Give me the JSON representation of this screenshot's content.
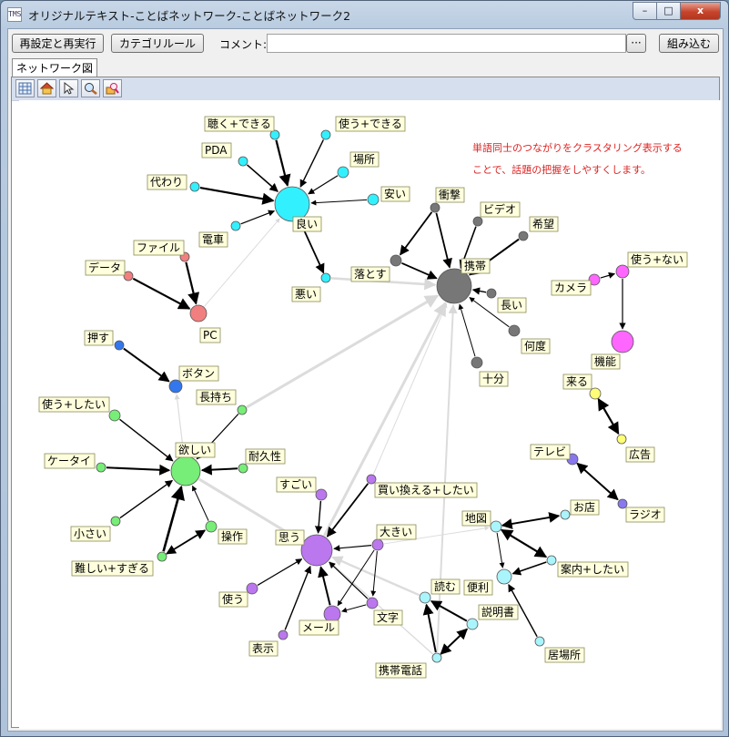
{
  "window": {
    "title": "オリジナルテキスト-ことばネットワーク-ことばネットワーク2",
    "app_icon": "TMS",
    "controls": {
      "minimize": "–",
      "maximize": "□",
      "close": "x"
    }
  },
  "toolbar_top": {
    "reset_button": "再設定と再実行",
    "category_button": "カテゴリルール",
    "comment_label": "コメント:",
    "comment_value": "",
    "browse_button": "···",
    "embed_button": "組み込む"
  },
  "tabs": [
    {
      "label": "ネットワーク図",
      "active": true
    }
  ],
  "tools": [
    "grid-icon",
    "home-icon",
    "pointer-icon",
    "zoom-icon",
    "highlight-icon"
  ],
  "annotation": [
    "単語同士のつながりをクラスタリング表示する",
    "ことで、話題の把握をしやすくします。"
  ],
  "colors": {
    "cyan": "#33f0ff",
    "gray": "#777777",
    "salmon": "#f27f7f",
    "magenta": "#ff66ff",
    "yellow": "#ffff77",
    "blue": "#3377ee",
    "green": "#77ee77",
    "purple": "#bb77ee",
    "lightcyan": "#aaf4fb",
    "indigo": "#8877ee",
    "annotation": "#dd2222",
    "label_bg": "#ffffdd"
  },
  "network": {
    "nodes": [
      {
        "id": "yoi",
        "label": "良い",
        "color": "cyan"
      },
      {
        "id": "kiku_dekiru",
        "label": "聴く+できる",
        "color": "cyan"
      },
      {
        "id": "tsukau_dekiru",
        "label": "使う+できる",
        "color": "cyan"
      },
      {
        "id": "pda",
        "label": "PDA",
        "color": "cyan"
      },
      {
        "id": "basho",
        "label": "場所",
        "color": "cyan"
      },
      {
        "id": "kawari",
        "label": "代わり",
        "color": "cyan"
      },
      {
        "id": "yasui",
        "label": "安い",
        "color": "cyan"
      },
      {
        "id": "densha",
        "label": "電車",
        "color": "cyan"
      },
      {
        "id": "warui",
        "label": "悪い",
        "color": "cyan"
      },
      {
        "id": "keitai",
        "label": "携帯",
        "color": "gray"
      },
      {
        "id": "shougeki",
        "label": "衝撃",
        "color": "gray"
      },
      {
        "id": "video",
        "label": "ビデオ",
        "color": "gray"
      },
      {
        "id": "kibou",
        "label": "希望",
        "color": "gray"
      },
      {
        "id": "otosu",
        "label": "落とす",
        "color": "gray"
      },
      {
        "id": "nagai",
        "label": "長い",
        "color": "gray"
      },
      {
        "id": "nando",
        "label": "何度",
        "color": "gray"
      },
      {
        "id": "jubun",
        "label": "十分",
        "color": "gray"
      },
      {
        "id": "pc",
        "label": "PC",
        "color": "salmon"
      },
      {
        "id": "file",
        "label": "ファイル",
        "color": "salmon"
      },
      {
        "id": "data",
        "label": "データ",
        "color": "salmon"
      },
      {
        "id": "kinou",
        "label": "機能",
        "color": "magenta"
      },
      {
        "id": "tsukau_nai",
        "label": "使う+ない",
        "color": "magenta"
      },
      {
        "id": "camera",
        "label": "カメラ",
        "color": "magenta"
      },
      {
        "id": "kuru",
        "label": "来る",
        "color": "yellow"
      },
      {
        "id": "koukoku",
        "label": "広告",
        "color": "yellow"
      },
      {
        "id": "button",
        "label": "ボタン",
        "color": "blue"
      },
      {
        "id": "osu",
        "label": "押す",
        "color": "blue"
      },
      {
        "id": "hoshii",
        "label": "欲しい",
        "color": "green"
      },
      {
        "id": "nagamochi",
        "label": "長持ち",
        "color": "green"
      },
      {
        "id": "tsukau_shitai",
        "label": "使う+したい",
        "color": "green"
      },
      {
        "id": "keetai",
        "label": "ケータイ",
        "color": "green"
      },
      {
        "id": "taikyuusei",
        "label": "耐久性",
        "color": "green"
      },
      {
        "id": "chiisai",
        "label": "小さい",
        "color": "green"
      },
      {
        "id": "sousa",
        "label": "操作",
        "color": "green"
      },
      {
        "id": "muzukashii",
        "label": "難しい+すぎる",
        "color": "green"
      },
      {
        "id": "omou",
        "label": "思う",
        "color": "purple"
      },
      {
        "id": "sugoi",
        "label": "すごい",
        "color": "purple"
      },
      {
        "id": "kaikaeru",
        "label": "買い換える+したい",
        "color": "purple"
      },
      {
        "id": "ookii",
        "label": "大きい",
        "color": "purple"
      },
      {
        "id": "tsukau",
        "label": "使う",
        "color": "purple"
      },
      {
        "id": "mail",
        "label": "メール",
        "color": "purple"
      },
      {
        "id": "moji",
        "label": "文字",
        "color": "purple"
      },
      {
        "id": "hyouji",
        "label": "表示",
        "color": "purple"
      },
      {
        "id": "benri",
        "label": "便利",
        "color": "lightcyan"
      },
      {
        "id": "chizu",
        "label": "地図",
        "color": "lightcyan"
      },
      {
        "id": "omise",
        "label": "お店",
        "color": "lightcyan"
      },
      {
        "id": "annai",
        "label": "案内+したい",
        "color": "lightcyan"
      },
      {
        "id": "yomu",
        "label": "読む",
        "color": "lightcyan"
      },
      {
        "id": "setsumeisho",
        "label": "説明書",
        "color": "lightcyan"
      },
      {
        "id": "ibasho",
        "label": "居場所",
        "color": "lightcyan"
      },
      {
        "id": "keitaidenwa",
        "label": "携帯電話",
        "color": "lightcyan"
      },
      {
        "id": "tv",
        "label": "テレビ",
        "color": "indigo"
      },
      {
        "id": "radio",
        "label": "ラジオ",
        "color": "indigo"
      }
    ],
    "edges": [
      {
        "from": "kiku_dekiru",
        "to": "yoi",
        "w": 2.2
      },
      {
        "from": "tsukau_dekiru",
        "to": "yoi",
        "w": 1.4
      },
      {
        "from": "pda",
        "to": "yoi",
        "w": 1.6
      },
      {
        "from": "basho",
        "to": "yoi",
        "w": 1.2
      },
      {
        "from": "kawari",
        "to": "yoi",
        "w": 2.2
      },
      {
        "from": "yasui",
        "to": "yoi",
        "w": 1.0
      },
      {
        "from": "densha",
        "to": "yoi",
        "w": 1.2
      },
      {
        "from": "warui",
        "to": "yoi",
        "w": 1.8,
        "dir": "both"
      },
      {
        "from": "warui",
        "to": "keitai",
        "w": 2.6,
        "light": true
      },
      {
        "from": "shougeki",
        "to": "otosu",
        "w": 1.8
      },
      {
        "from": "shougeki",
        "to": "keitai",
        "w": 1.8
      },
      {
        "from": "otosu",
        "to": "keitai",
        "w": 1.8
      },
      {
        "from": "video",
        "to": "keitai",
        "w": 1.6
      },
      {
        "from": "kibou",
        "to": "keitai",
        "w": 2.0
      },
      {
        "from": "nagai",
        "to": "keitai",
        "w": 1.4
      },
      {
        "from": "nando",
        "to": "keitai",
        "w": 1.0
      },
      {
        "from": "jubun",
        "to": "keitai",
        "w": 1.0
      },
      {
        "from": "file",
        "to": "pc",
        "w": 2.2
      },
      {
        "from": "data",
        "to": "pc",
        "w": 2.2
      },
      {
        "from": "pc",
        "to": "yoi",
        "w": 1.0,
        "light": true
      },
      {
        "from": "camera",
        "to": "tsukau_nai",
        "w": 1.2
      },
      {
        "from": "tsukau_nai",
        "to": "kinou",
        "w": 1.2
      },
      {
        "from": "kuru",
        "to": "koukoku",
        "w": 2.2,
        "dir": "both"
      },
      {
        "from": "osu",
        "to": "button",
        "w": 2.0
      },
      {
        "from": "hoshii",
        "to": "button",
        "w": 1.2,
        "light": true
      },
      {
        "from": "nagamochi",
        "to": "hoshii",
        "w": 1.2
      },
      {
        "from": "nagamochi",
        "to": "keitai",
        "w": 3.0,
        "light": true
      },
      {
        "from": "tsukau_shitai",
        "to": "hoshii",
        "w": 1.4
      },
      {
        "from": "keetai",
        "to": "hoshii",
        "w": 2.0
      },
      {
        "from": "taikyuusei",
        "to": "hoshii",
        "w": 2.0
      },
      {
        "from": "chiisai",
        "to": "hoshii",
        "w": 1.4
      },
      {
        "from": "sousa",
        "to": "hoshii",
        "w": 1.0
      },
      {
        "from": "muzukashii",
        "to": "hoshii",
        "w": 2.6
      },
      {
        "from": "muzukashii",
        "to": "sousa",
        "w": 1.8,
        "dir": "both"
      },
      {
        "from": "hoshii",
        "to": "omou",
        "w": 3.0,
        "light": true
      },
      {
        "from": "omou",
        "to": "keitai",
        "w": 3.0,
        "light": true
      },
      {
        "from": "sugoi",
        "to": "omou",
        "w": 1.4
      },
      {
        "from": "kaikaeru",
        "to": "omou",
        "w": 1.8
      },
      {
        "from": "kaikaeru",
        "to": "keitai",
        "w": 1.0,
        "light": true
      },
      {
        "from": "ookii",
        "to": "omou",
        "w": 1.2
      },
      {
        "from": "ookii",
        "to": "mail",
        "w": 1.0
      },
      {
        "from": "ookii",
        "to": "moji",
        "w": 1.0
      },
      {
        "from": "ookii",
        "to": "chizu",
        "w": 1.0,
        "light": true
      },
      {
        "from": "moji",
        "to": "omou",
        "w": 1.2
      },
      {
        "from": "moji",
        "to": "mail",
        "w": 1.0
      },
      {
        "from": "mail",
        "to": "omou",
        "w": 2.0
      },
      {
        "from": "hyouji",
        "to": "omou",
        "w": 1.4
      },
      {
        "from": "tsukau",
        "to": "omou",
        "w": 1.2
      },
      {
        "from": "yomu",
        "to": "omou",
        "w": 2.4,
        "light": true
      },
      {
        "from": "keitaidenwa",
        "to": "omou",
        "w": 1.4,
        "light": true
      },
      {
        "from": "keitaidenwa",
        "to": "keitai",
        "w": 2.0,
        "light": true
      },
      {
        "from": "chizu",
        "to": "omise",
        "w": 2.0,
        "dir": "both"
      },
      {
        "from": "chizu",
        "to": "annai",
        "w": 2.2,
        "dir": "both"
      },
      {
        "from": "chizu",
        "to": "benri",
        "w": 1.0
      },
      {
        "from": "annai",
        "to": "benri",
        "w": 1.6
      },
      {
        "from": "ibasho",
        "to": "benri",
        "w": 1.4
      },
      {
        "from": "setsumeisho",
        "to": "yomu",
        "w": 2.0
      },
      {
        "from": "keitaidenwa",
        "to": "yomu",
        "w": 2.0
      },
      {
        "from": "keitaidenwa",
        "to": "setsumeisho",
        "w": 2.0,
        "dir": "both"
      },
      {
        "from": "tv",
        "to": "radio",
        "w": 2.0,
        "dir": "both"
      }
    ]
  }
}
